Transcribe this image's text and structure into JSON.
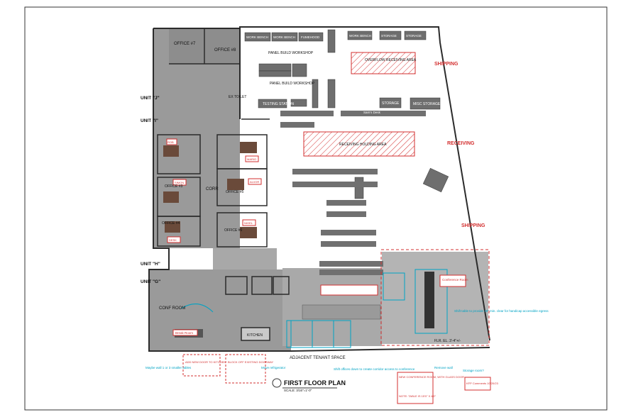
{
  "units": [
    "UNIT \"J\"",
    "UNIT \"I\"",
    "UNIT \"H\"",
    "UNIT \"G\""
  ],
  "rooms": {
    "office7": "OFFICE #7",
    "office8": "OFFICE #8",
    "office3": "OFFICE #3",
    "office4": "OFFICE #4",
    "office5": "OFFICE #5",
    "office6": "OFFICE #6",
    "corr": "CORR",
    "conf_room": "CONF ROOM",
    "kitchen": "KITCHEN",
    "panel_build_1": "PANEL BUILD WORKSHOP",
    "panel_build_2": "PANEL BUILD WORKSHOP",
    "testing_station": "TESTING STATION",
    "storage": "STORAGE",
    "misc_storage": "MISC STORAGE",
    "ex_toilet": "EX TOILET"
  },
  "benches": [
    "WORK BENCH",
    "WORK BENCH",
    "FUMEHOOD",
    "WORK BENCH",
    "STORAGE",
    "STORAGE"
  ],
  "areas": {
    "overflow": "OVERFLOW RECEIVING AREA",
    "holding": "RECEIVING HOLDING AREA",
    "sams_desk": "Sam's Desk",
    "adjacent": "ADJACENT TENANT SPACE"
  },
  "zones": [
    "SHIPPING",
    "RECEIVING",
    "SHIPPING"
  ],
  "names": [
    "ROB",
    "MARIO",
    "SIMON",
    "ALVOR",
    "NIGEL",
    "DESK"
  ],
  "room_tags": {
    "break_room": "Break Room",
    "conference_room": "Conference Room"
  },
  "notes": {
    "new_door": "ADD NEW DOOR TO KITCHEN",
    "block_off": "BLOCK OFF EXISTING DOORWAY",
    "new_conf": "NEW CONFERENCE ROOM, WITH GLASS DOOR",
    "table_note": "NOTE: TABLE IS 15'0\" X 4'0\"",
    "comments": "KFP Comments 10/20/23"
  },
  "callouts": {
    "wall": "Maybe wall 1 or 3 smaller tables",
    "fridge": "Move refrigerator",
    "shift": "Shift offices down to create corridor access to conference",
    "remove": "Remove wall",
    "storage": "Storage room?",
    "shift_table": "Shift table to provide 48\" min. clear for handicap accessible egress"
  },
  "title": {
    "main": "FIRST FLOOR PLAN",
    "scale": "SCALE: 3/16\"=1'-0\"",
    "elevation": "FLR. EL. 3'-4\"+/-"
  },
  "colors": {
    "wall": "#2b2b2b",
    "floor": "#9a9a9a",
    "red": "#d32f2f",
    "cyan": "#00a3c4"
  }
}
